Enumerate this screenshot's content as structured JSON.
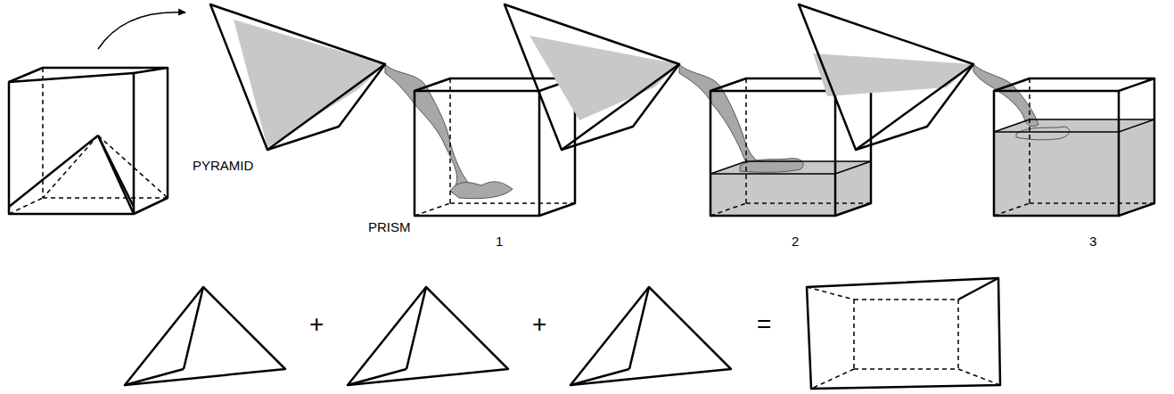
{
  "diagram": {
    "labels": [
      "PYRAMID",
      "PRISM",
      "1",
      "2",
      "3",
      "+",
      "+",
      "="
    ]
  }
}
